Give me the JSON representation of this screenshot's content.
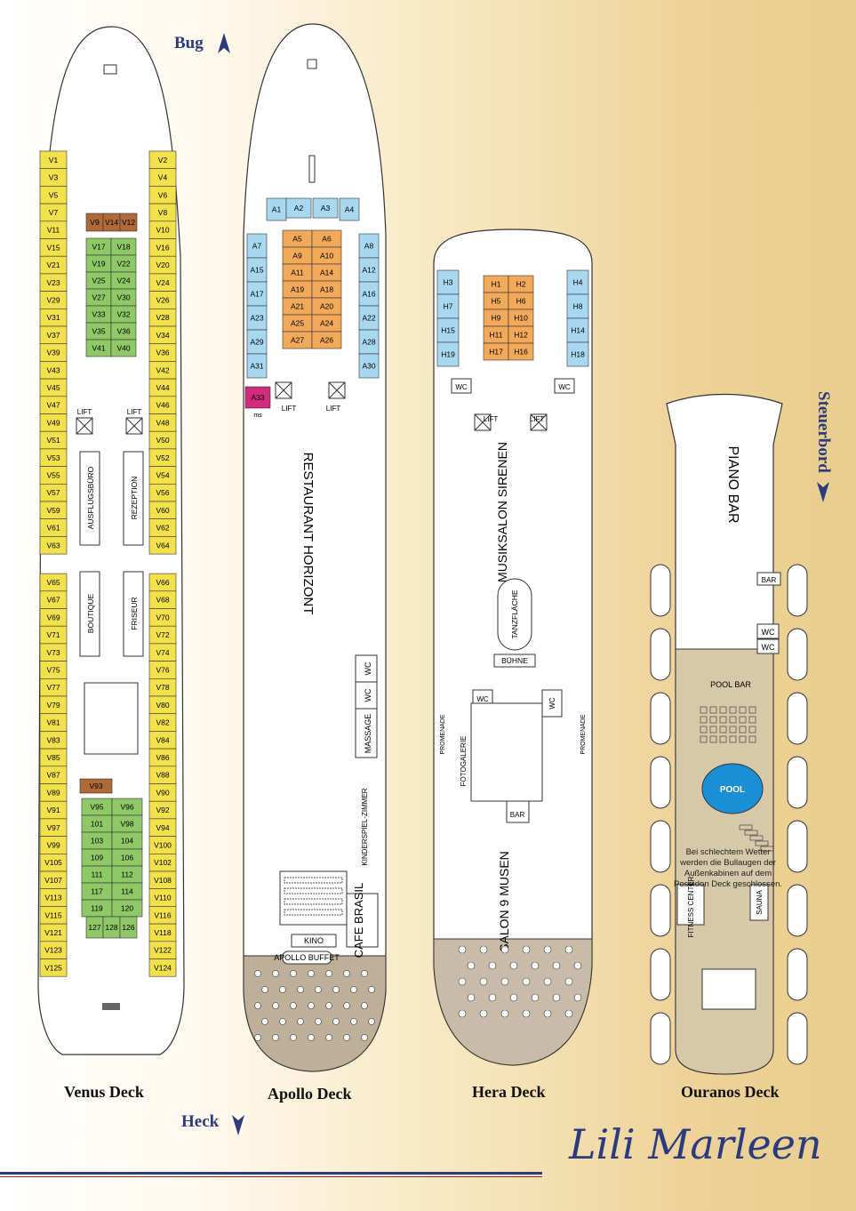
{
  "orientation": {
    "bow": "Bug",
    "stern": "Heck",
    "starboard": "Steuerbord"
  },
  "decks": {
    "venus": {
      "name": "Venus Deck",
      "cabins_left": [
        "V1",
        "V3",
        "V5",
        "V7",
        "V11",
        "V15",
        "V21",
        "V23",
        "V29",
        "V31",
        "V37",
        "V39",
        "V43",
        "V45",
        "V47",
        "V49",
        "V51",
        "V53",
        "V55",
        "V57",
        "V59",
        "V61",
        "V63",
        "V65",
        "V67",
        "V69",
        "V71",
        "V73",
        "V75",
        "V77",
        "V79",
        "V81",
        "V83",
        "V85",
        "V87",
        "V89",
        "V91",
        "V97",
        "V99",
        "V105",
        "V107",
        "V113",
        "V115",
        "V121",
        "V123",
        "V125"
      ],
      "cabins_right": [
        "V2",
        "V4",
        "V6",
        "V8",
        "V10",
        "V16",
        "V20",
        "V24",
        "V26",
        "V28",
        "V34",
        "V36",
        "V42",
        "V44",
        "V46",
        "V48",
        "V50",
        "V52",
        "V54",
        "V56",
        "V60",
        "V62",
        "V64",
        "V66",
        "V68",
        "V70",
        "V72",
        "V74",
        "V76",
        "V78",
        "V80",
        "V82",
        "V84",
        "V86",
        "V88",
        "V90",
        "V92",
        "V94",
        "V100",
        "V102",
        "V108",
        "V110",
        "V116",
        "V118",
        "V122",
        "V124"
      ],
      "cabins_center_top_left": [
        "V17",
        "V19",
        "V25",
        "V27",
        "V33",
        "V35",
        "V41"
      ],
      "cabins_center_top_right": [
        "V18",
        "V22",
        "V24",
        "V30",
        "V32",
        "V36",
        "V40"
      ],
      "cabins_brown": [
        "V9",
        "V14",
        "V12"
      ],
      "cabins_center_bottom_left": [
        "V95",
        "101",
        "103",
        "109",
        "111",
        "117",
        "119"
      ],
      "cabins_center_bottom_right": [
        "V96",
        "V98",
        "104",
        "106",
        "112",
        "114",
        "120"
      ],
      "cabins_bottom_row": [
        "127",
        "128",
        "126"
      ],
      "suite": "V93",
      "lifts": [
        "LIFT",
        "LIFT"
      ],
      "rooms": [
        "AUSFLUGSBÜRO",
        "REZEPTION",
        "BOUTIQUE",
        "FRISEUR"
      ]
    },
    "apollo": {
      "name": "Apollo Deck",
      "cabins_front": [
        "A1",
        "A2",
        "A3",
        "A4"
      ],
      "cabins_left": [
        "A7",
        "A15",
        "A17",
        "A23",
        "A29",
        "A31"
      ],
      "cabins_right": [
        "A8",
        "A12",
        "A16",
        "A22",
        "A28",
        "A30"
      ],
      "cabins_center_left": [
        "A5",
        "A9",
        "A11",
        "A19",
        "A21",
        "A25",
        "A27"
      ],
      "cabins_center_right": [
        "A6",
        "A10",
        "A14",
        "A18",
        "A20",
        "A24",
        "A26"
      ],
      "suite": "A33",
      "suite_sub": "ms",
      "lifts": [
        "LIFT",
        "LIFT"
      ],
      "restaurant": "RESTAURANT HORIZONT",
      "wc": [
        "WC",
        "WC"
      ],
      "massage": "MASSAGE",
      "kids": "KINDERSPIEL-ZIMMER",
      "cafe": "CAFE BRASIL",
      "cinema": "KINO",
      "buffet": "APOLLO BUFFET"
    },
    "hera": {
      "name": "Hera Deck",
      "cabins_left": [
        "H3",
        "H7",
        "H15",
        "H19"
      ],
      "cabins_right": [
        "H4",
        "H8",
        "H14",
        "H18"
      ],
      "cabins_center_left": [
        "H1",
        "H5",
        "H9",
        "H11",
        "H17"
      ],
      "cabins_center_right": [
        "H2",
        "H6",
        "H10",
        "H12",
        "H16"
      ],
      "wc": [
        "WC",
        "WC",
        "WC",
        "WC"
      ],
      "lifts": [
        "LIFT",
        "LIFT"
      ],
      "musiksalon": "MUSIKSALON SIRENEN",
      "dance": "TANZFLÄCHE",
      "stage": "BÜHNE",
      "promenade": "PROMENADE",
      "gallery": "FOTOGALERIE",
      "bar": "BAR",
      "salon": "SALON 9 MUSEN"
    },
    "ouranos": {
      "name": "Ouranos Deck",
      "piano_bar": "PIANO BAR",
      "bar": "BAR",
      "wc": [
        "WC",
        "WC"
      ],
      "pool_bar": "POOL BAR",
      "pool": "POOL",
      "fitness": "FITNESS CENTER",
      "sauna": "SAUNA",
      "note": "Bei schlechtem Wetter werden die Bullaugen der Außenkabinen auf dem Poseidon Deck geschlossen."
    }
  },
  "logo": "Lili Marleen"
}
